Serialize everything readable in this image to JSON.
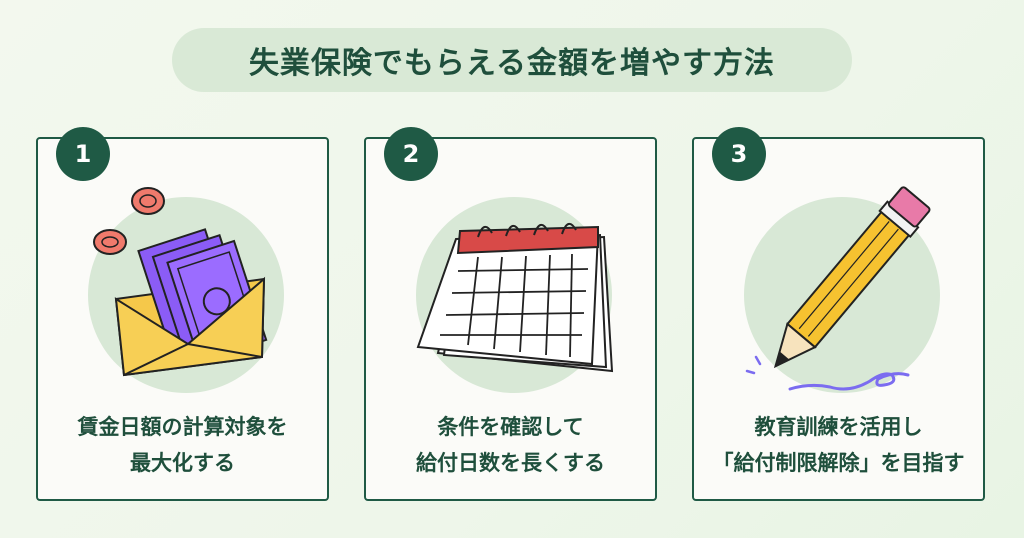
{
  "title": "失業保険でもらえる金額を増やす方法",
  "cards": [
    {
      "number": "1",
      "icon": "money-envelope-icon",
      "lines": [
        "賃金日額の計算対象を",
        "最大化する"
      ]
    },
    {
      "number": "2",
      "icon": "calendar-icon",
      "lines": [
        "条件を確認して",
        "給付日数を長くする"
      ]
    },
    {
      "number": "3",
      "icon": "pencil-icon",
      "lines": [
        "教育訓練を活用し",
        "「給付制限解除」を目指す"
      ]
    }
  ],
  "colors": {
    "accent": "#1f5a45",
    "pill": "#d9e9d6",
    "blob": "#d8e8d6",
    "envelope": "#f5c84a",
    "bill": "#8b5cf6",
    "coin": "#f07a6c",
    "calendar_top": "#d84a48",
    "pencil": "#f6c230",
    "eraser": "#e87aa8",
    "scribble": "#7b6cf0"
  }
}
